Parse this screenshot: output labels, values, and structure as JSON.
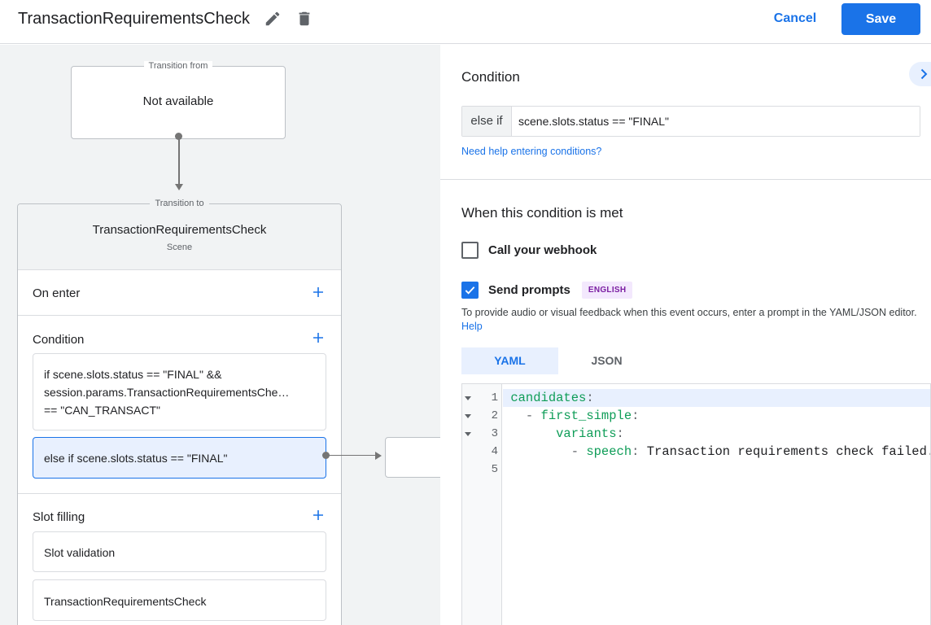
{
  "header": {
    "title": "TransactionRequirementsCheck",
    "cancel_label": "Cancel",
    "save_label": "Save"
  },
  "canvas": {
    "transition_from": {
      "legend": "Transition from",
      "value": "Not available"
    },
    "transition_to": {
      "legend": "Transition to",
      "scene_name": "TransactionRequirementsCheck",
      "scene_type": "Scene"
    },
    "sections": {
      "on_enter": "On enter",
      "condition": "Condition",
      "slot_filling": "Slot filling"
    },
    "conditions": [
      {
        "lines": [
          "if scene.slots.status == \"FINAL\" &&",
          "session.params.TransactionRequirementsChe…",
          "== \"CAN_TRANSACT\""
        ]
      },
      {
        "lines": [
          "else if scene.slots.status == \"FINAL\""
        ]
      }
    ],
    "slot_items": [
      "Slot validation",
      "TransactionRequirementsCheck"
    ]
  },
  "panel": {
    "condition_heading": "Condition",
    "condition_prefix": "else if",
    "condition_value": "scene.slots.status == \"FINAL\"",
    "help_link": "Need help entering conditions?",
    "met_heading": "When this condition is met",
    "webhook_label": "Call your webhook",
    "webhook_checked": false,
    "prompts_label": "Send prompts",
    "prompts_checked": true,
    "language_badge": "ENGLISH",
    "feedback_text": "To provide audio or visual feedback when this event occurs, enter a prompt in the YAML/JSON editor.",
    "feedback_link": "Help",
    "tabs": [
      {
        "label": "YAML",
        "active": true
      },
      {
        "label": "JSON",
        "active": false
      }
    ]
  },
  "editor": {
    "lines": [
      {
        "n": "1",
        "fold": true,
        "indent": "",
        "dash": "",
        "key": "candidates",
        "value": ""
      },
      {
        "n": "2",
        "fold": true,
        "indent": "  ",
        "dash": "- ",
        "key": "first_simple",
        "value": ""
      },
      {
        "n": "3",
        "fold": true,
        "indent": "      ",
        "dash": "",
        "key": "variants",
        "value": ""
      },
      {
        "n": "4",
        "fold": false,
        "indent": "        ",
        "dash": "- ",
        "key": "speech",
        "value": " Transaction requirements check failed."
      },
      {
        "n": "5",
        "fold": false,
        "indent": "",
        "dash": "",
        "key": "",
        "value": ""
      }
    ]
  },
  "colors": {
    "accent": "#1a73e8",
    "selected_bg": "#e8f0fe",
    "yaml_key": "#0f9d58",
    "badge_text": "#7b1fa2",
    "badge_bg": "#f3e8fd"
  }
}
